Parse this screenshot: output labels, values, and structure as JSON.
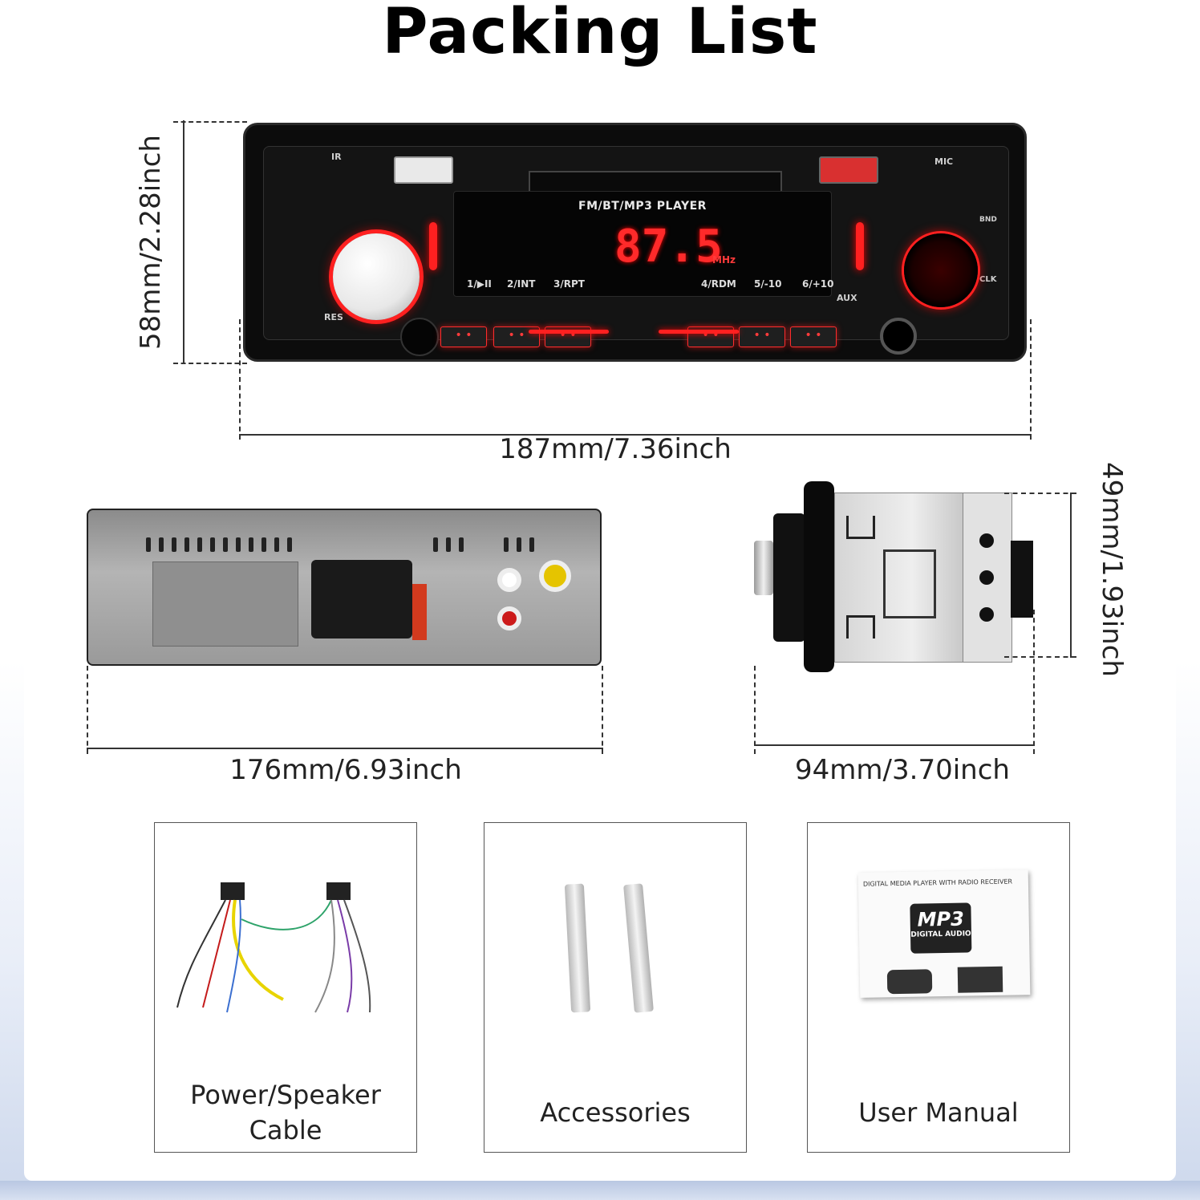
{
  "title": "Packing List",
  "radio_front": {
    "screen_caption": "FM/BT/MP3   PLAYER",
    "frequency": "87.5",
    "unit": "MHz",
    "left_labels": [
      "IR",
      "RES"
    ],
    "right_labels": [
      "MIC",
      "BND",
      "CLK",
      "AUX"
    ],
    "preset_buttons": [
      "1/▶II",
      "2/INT",
      "3/RPT",
      "4/RDM",
      "5/-10",
      "6/+10"
    ]
  },
  "dimensions": {
    "front_height": "58mm/2.28inch",
    "front_width": "187mm/7.36inch",
    "back_width": "176mm/6.93inch",
    "side_depth": "94mm/3.70inch",
    "side_height": "49mm/1.93inch"
  },
  "items": [
    {
      "label_lines": [
        "Power/Speaker",
        "Cable"
      ]
    },
    {
      "label_lines": [
        "Accessories"
      ]
    },
    {
      "label_lines": [
        "User Manual"
      ]
    }
  ],
  "manual": {
    "header": "DIGITAL MEDIA PLAYER WITH RADIO RECEIVER",
    "badge_main": "MP3",
    "badge_sub": "DIGITAL AUDIO"
  },
  "colors": {
    "accent_red": "#ff2020",
    "device_black": "#0c0c0c"
  }
}
